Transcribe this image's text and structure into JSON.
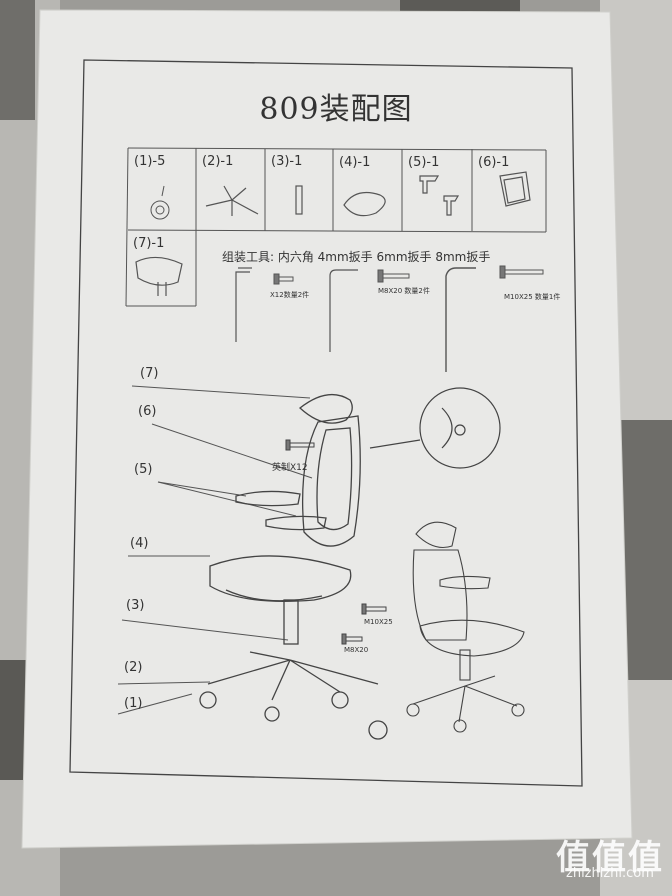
{
  "document": {
    "title": "809装配图",
    "parts": [
      {
        "label": "(1)-5"
      },
      {
        "label": "(2)-1"
      },
      {
        "label": "(3)-1"
      },
      {
        "label": "(4)-1"
      },
      {
        "label": "(5)-1"
      },
      {
        "label": "(6)-1"
      },
      {
        "label": "(7)-1"
      }
    ],
    "tools_line": "组装工具: 内六角 4mm扳手  6mm扳手  8mm扳手",
    "screws": {
      "screw1": "X12数量2件",
      "screw2": "M8X20 数量2件",
      "screw3": "M10X25 数量1件"
    },
    "callouts": [
      "(7)",
      "(6)",
      "(5)",
      "(4)",
      "(3)",
      "(2)",
      "(1)"
    ],
    "diagram_labels": {
      "screw_a": "英制X12",
      "screw_b": "M10X25",
      "screw_c": "M8X20"
    }
  },
  "watermark": {
    "logo": "值值值",
    "site": "zhizhizhi.com"
  },
  "colors": {
    "paper": "#e9e9e7",
    "ink": "#3a3a3a",
    "background": "#8a8a86"
  }
}
